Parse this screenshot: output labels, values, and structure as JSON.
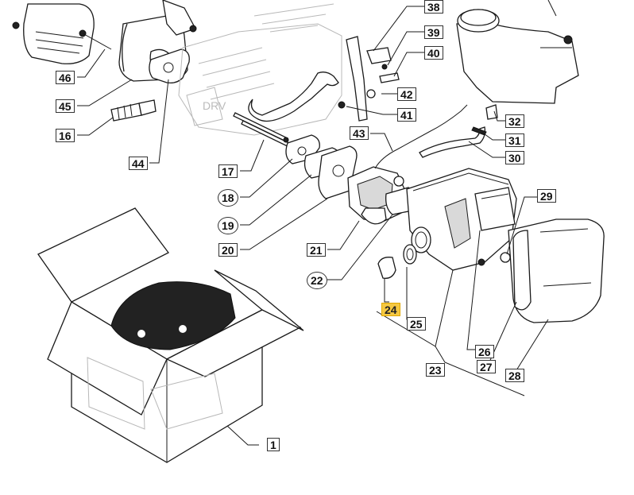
{
  "diagram": {
    "highlight_color": "#f5c842",
    "callouts": {
      "c1": "1",
      "c16": "16",
      "c17": "17",
      "c18": "18",
      "c19": "19",
      "c20": "20",
      "c21": "21",
      "c22": "22",
      "c23": "23",
      "c24": "24",
      "c25": "25",
      "c26": "26",
      "c27": "27",
      "c28": "28",
      "c29": "29",
      "c30": "30",
      "c31": "31",
      "c32": "32",
      "c38": "38",
      "c39": "39",
      "c40": "40",
      "c41": "41",
      "c42": "42",
      "c43": "43",
      "c44": "44",
      "c45": "45",
      "c46": "46"
    },
    "highlighted": "24",
    "circled": [
      "18",
      "19",
      "22"
    ]
  }
}
